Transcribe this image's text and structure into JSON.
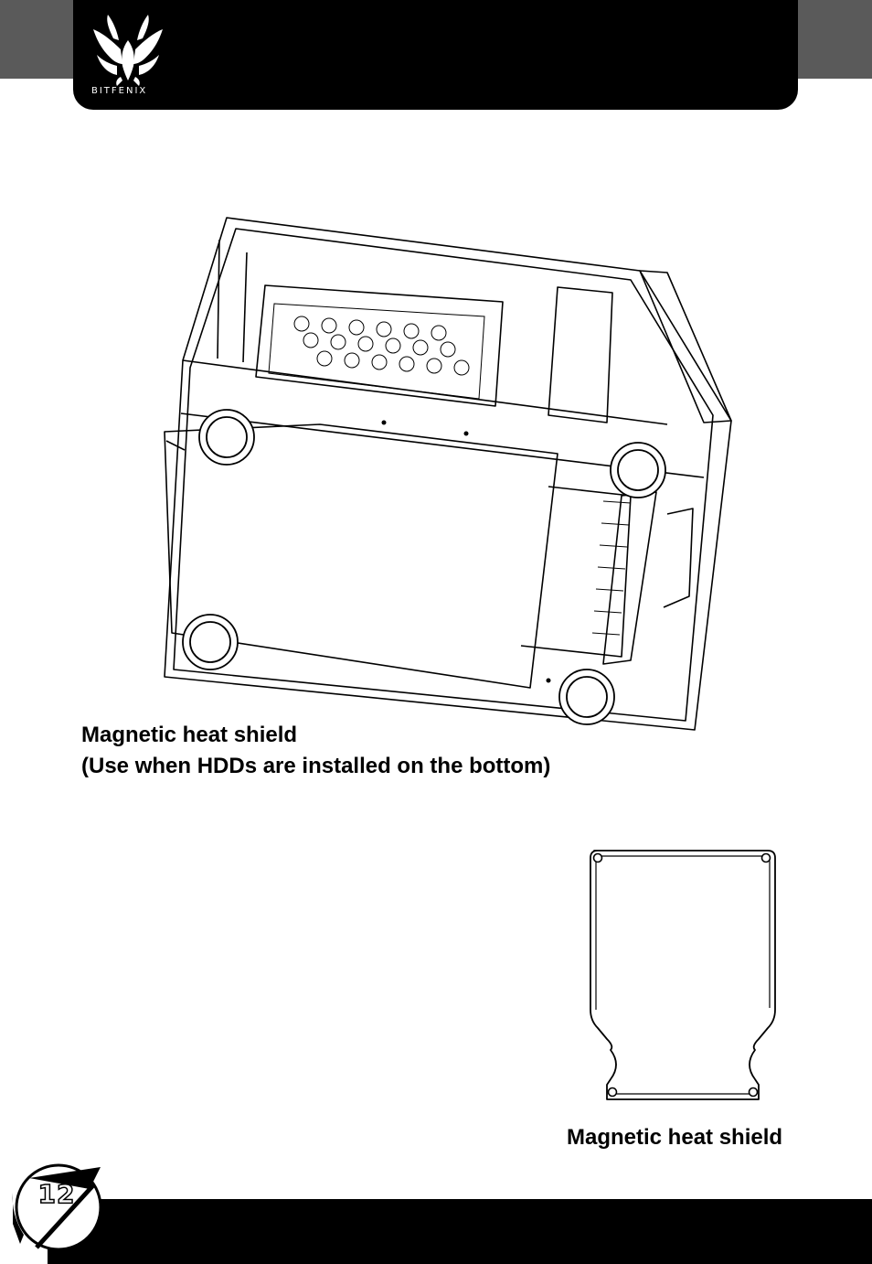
{
  "header": {
    "brand": "BITFENIX"
  },
  "figure1": {
    "caption_line1": "Magnetic heat shield",
    "caption_line2": "(Use when HDDs are installed on the bottom)"
  },
  "figure2": {
    "label": "Magnetic heat shield"
  },
  "footer": {
    "page_number": "12"
  }
}
